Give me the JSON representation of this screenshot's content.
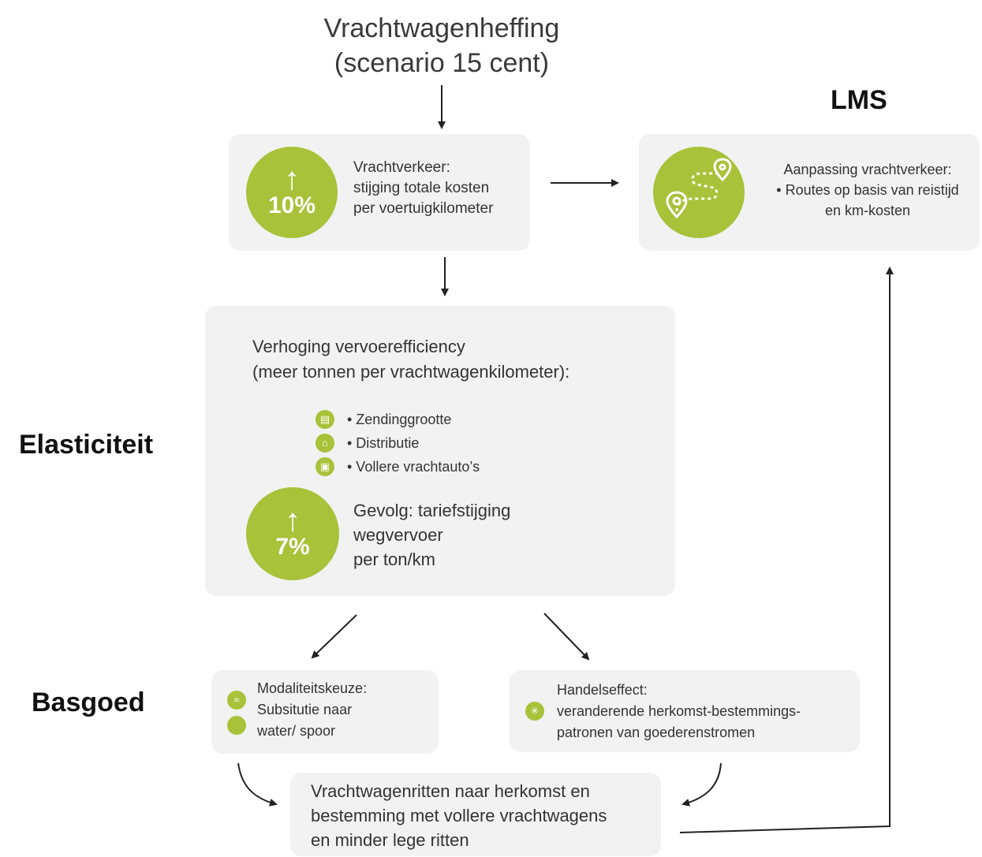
{
  "title": {
    "line1": "Vrachtwagenheffing",
    "line2": "(scenario 15 cent)"
  },
  "labels": {
    "lms": "LMS",
    "elasticiteit": "Elasticiteit",
    "basgoed": "Basgoed"
  },
  "box_cost": {
    "percent": "10%",
    "line1": "Vrachtverkeer:",
    "line2": "stijging totale kosten",
    "line3": "per voertuigkilometer",
    "icon": "up-arrow-icon"
  },
  "box_lms": {
    "line1": "Aanpassing vrachtverkeer:",
    "line2": "• Routes op basis van reistijd",
    "line3": "en km-kosten",
    "icon": "route-map-pin-icon"
  },
  "box_efficiency": {
    "line1": "Verhoging vervoerefficiency",
    "line2": "(meer tonnen per vrachtwagenkilometer):",
    "items": [
      "• Zendinggrootte",
      "• Distributie",
      "• Vollere vrachtauto’s"
    ],
    "percent": "7%",
    "result1": "Gevolg: tariefstijging",
    "result2": "wegvervoer",
    "result3": "per ton/km"
  },
  "box_modal": {
    "line1": "Modaliteitskeuze:",
    "line2": "Subsitutie naar",
    "line3": "water/ spoor"
  },
  "box_trade": {
    "line1": "Handelseffect:",
    "line2": "veranderende herkomst-bestemmings-",
    "line3": "patronen van goederenstromen"
  },
  "box_trips": {
    "line1": "Vrachtwagenritten naar herkomst en",
    "line2": "bestemming met vollere vrachtwagens",
    "line3": "en minder lege ritten"
  },
  "colors": {
    "accent": "#a8c23a",
    "box_bg": "#f2f2f2",
    "text": "#333333"
  }
}
